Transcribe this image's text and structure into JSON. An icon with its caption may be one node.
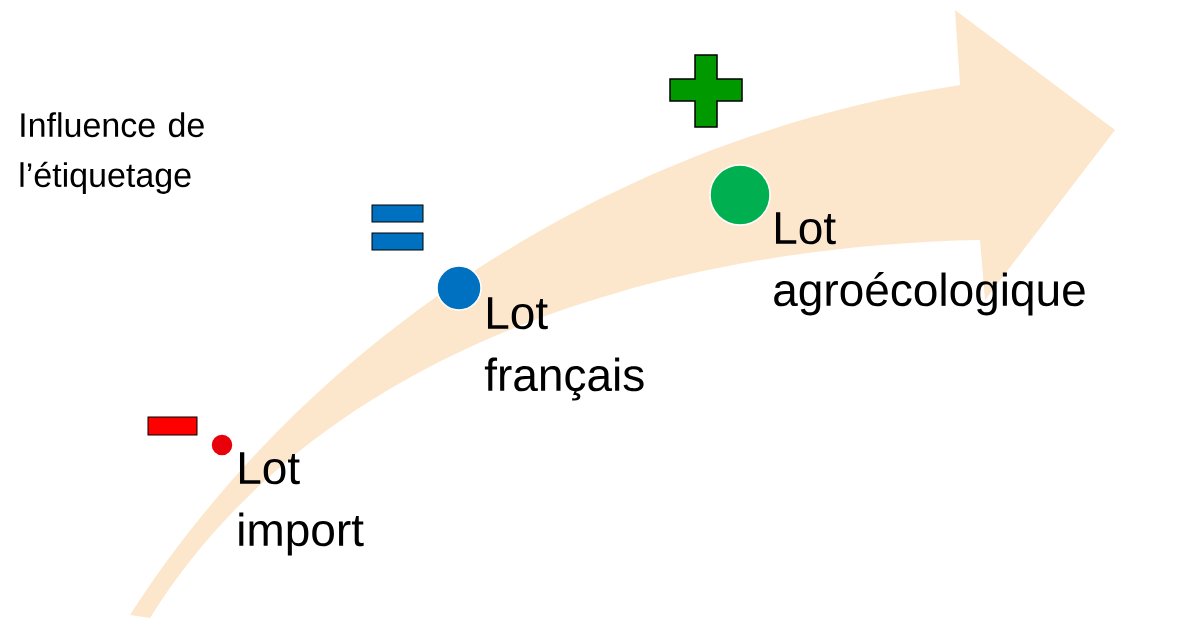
{
  "diagram": {
    "nodes": [
      {
        "text": [],
        "shape": "circle",
        "beside": [
          "Lot import"
        ]
      },
      {
        "text": [],
        "shape": "circle",
        "beside": [
          "Lot français"
        ]
      },
      {
        "text": [],
        "shape": "circle",
        "beside": [
          "Lot agroécologique"
        ]
      }
    ],
    "labels": [
      "Influence de l’étiquetage"
    ]
  }
}
